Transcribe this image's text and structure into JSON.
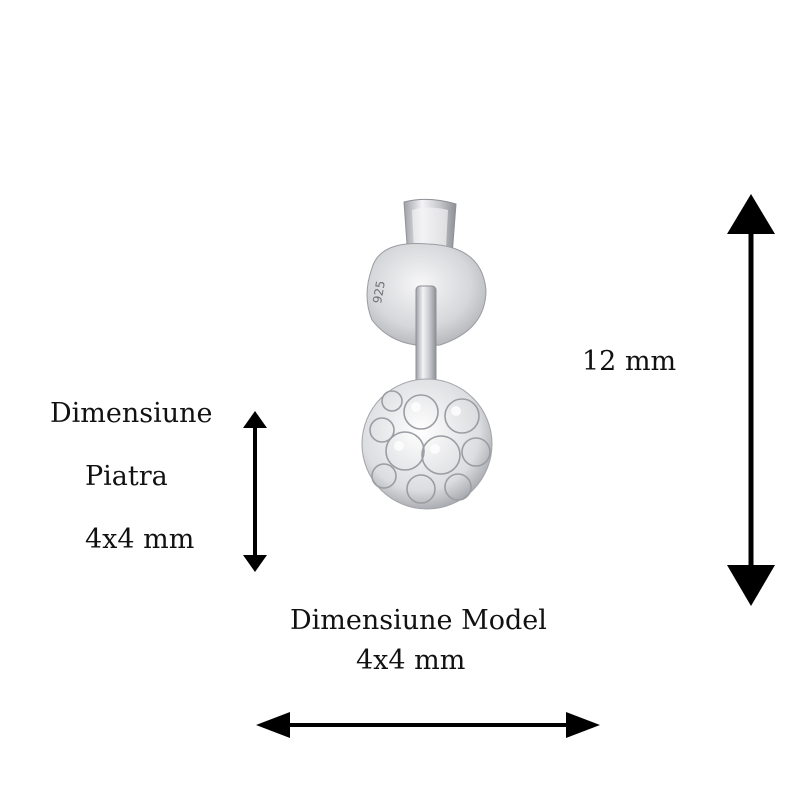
{
  "labels": {
    "stone_line1": "Dimensiune",
    "stone_line2": "Piatra",
    "stone_size": "4x4 mm",
    "height": "12 mm",
    "model_line1": "Dimensiune Model",
    "model_line2": "4x4 mm"
  },
  "product": {
    "stamp": "925"
  },
  "colors": {
    "text": "#111111",
    "arrow": "#000000",
    "metal": "#cfcfd2",
    "crystal": "#e8e8ea"
  }
}
